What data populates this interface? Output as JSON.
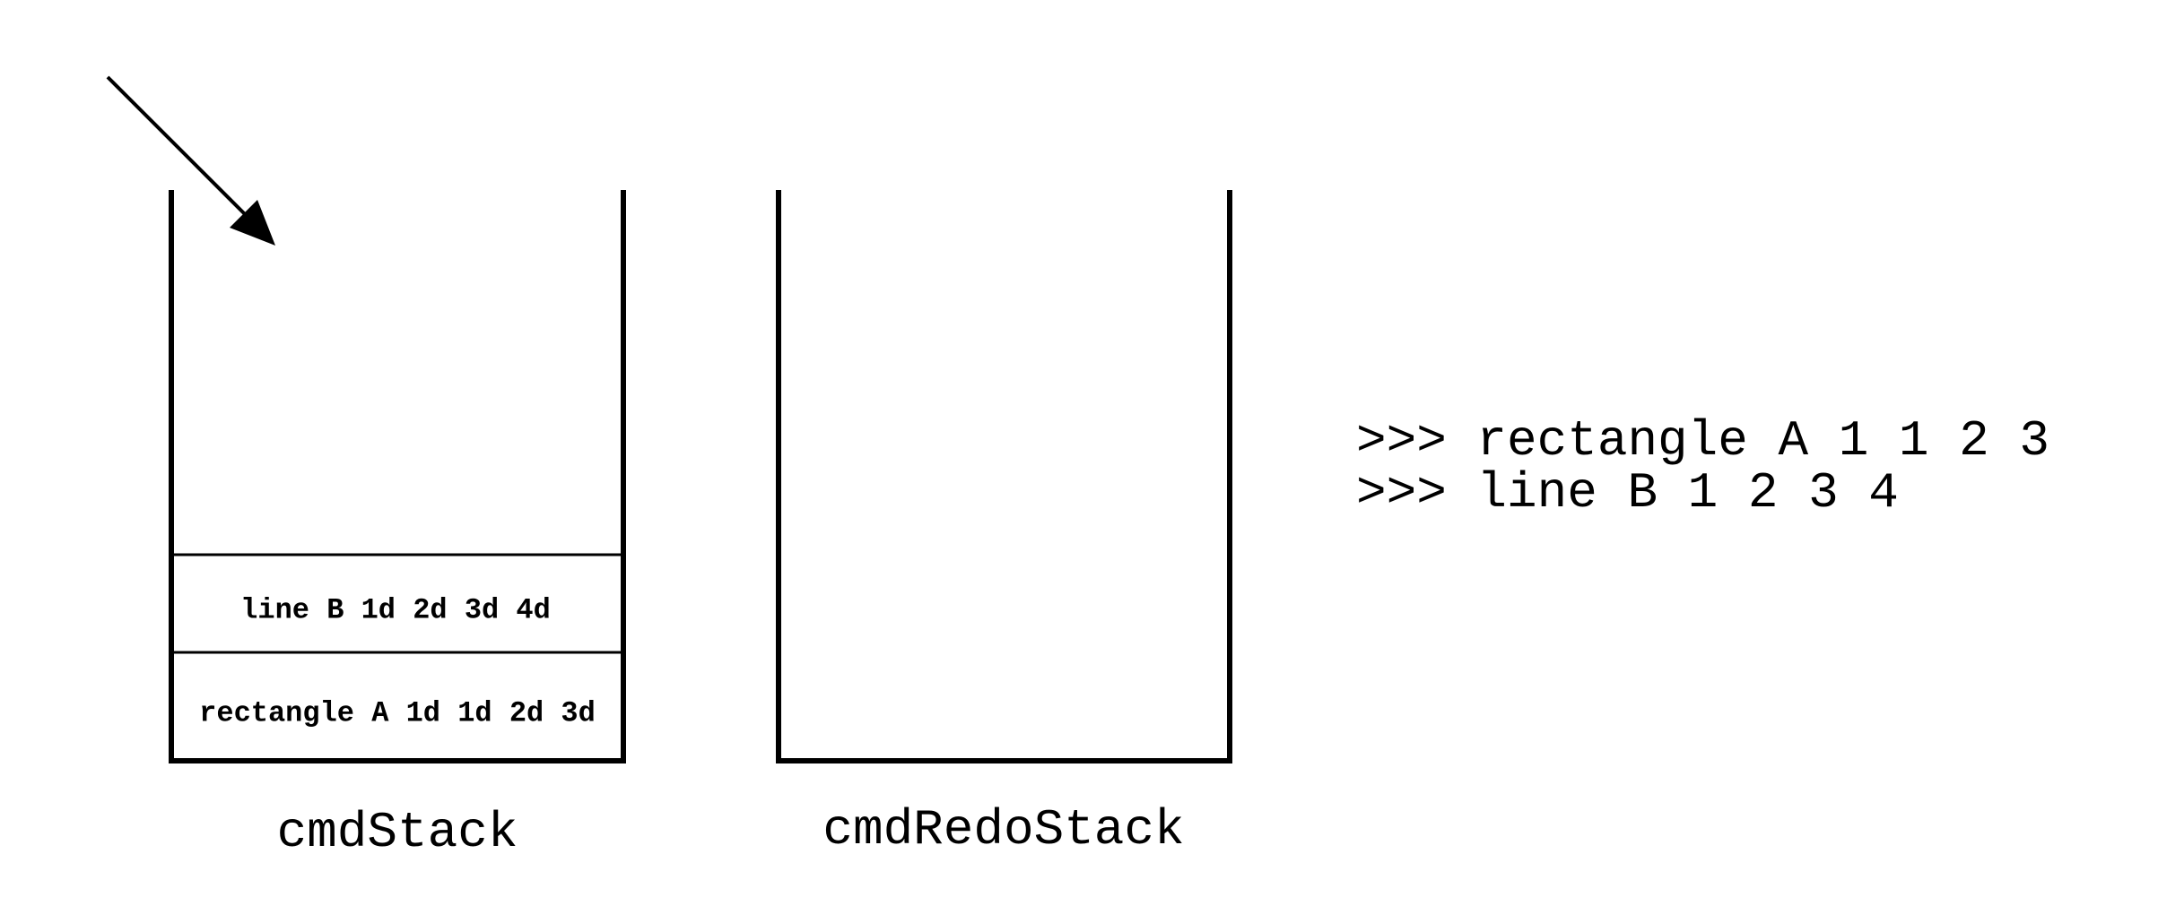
{
  "stacks": {
    "cmd_stack": {
      "name": "cmdStack",
      "items": [
        "line B 1d 2d 3d 4d",
        "rectangle A 1d 1d 2d 3d"
      ]
    },
    "redo_stack": {
      "name": "cmdRedoStack",
      "items": []
    }
  },
  "console": {
    "lines": [
      ">>> rectangle A 1 1 2 3",
      ">>> line B 1 2 3 4"
    ]
  },
  "colors": {
    "stroke": "#000000",
    "background": "#ffffff"
  }
}
